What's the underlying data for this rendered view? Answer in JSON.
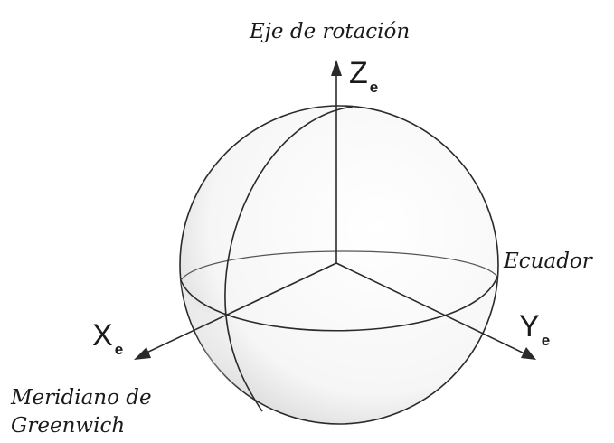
{
  "labels": {
    "rotation_axis": "Eje de rotación",
    "equator": "Ecuador",
    "meridian_line1": "Meridiano de",
    "meridian_line2": "Greenwich"
  },
  "axes": {
    "z": {
      "letter": "Z",
      "subscript": "e"
    },
    "x": {
      "letter": "X",
      "subscript": "e"
    },
    "y": {
      "letter": "Y",
      "subscript": "e"
    }
  },
  "colors": {
    "stroke": "#2a2a2a",
    "sphere_fill_light": "#ffffff",
    "sphere_fill_shadow": "#d2d2d2"
  }
}
